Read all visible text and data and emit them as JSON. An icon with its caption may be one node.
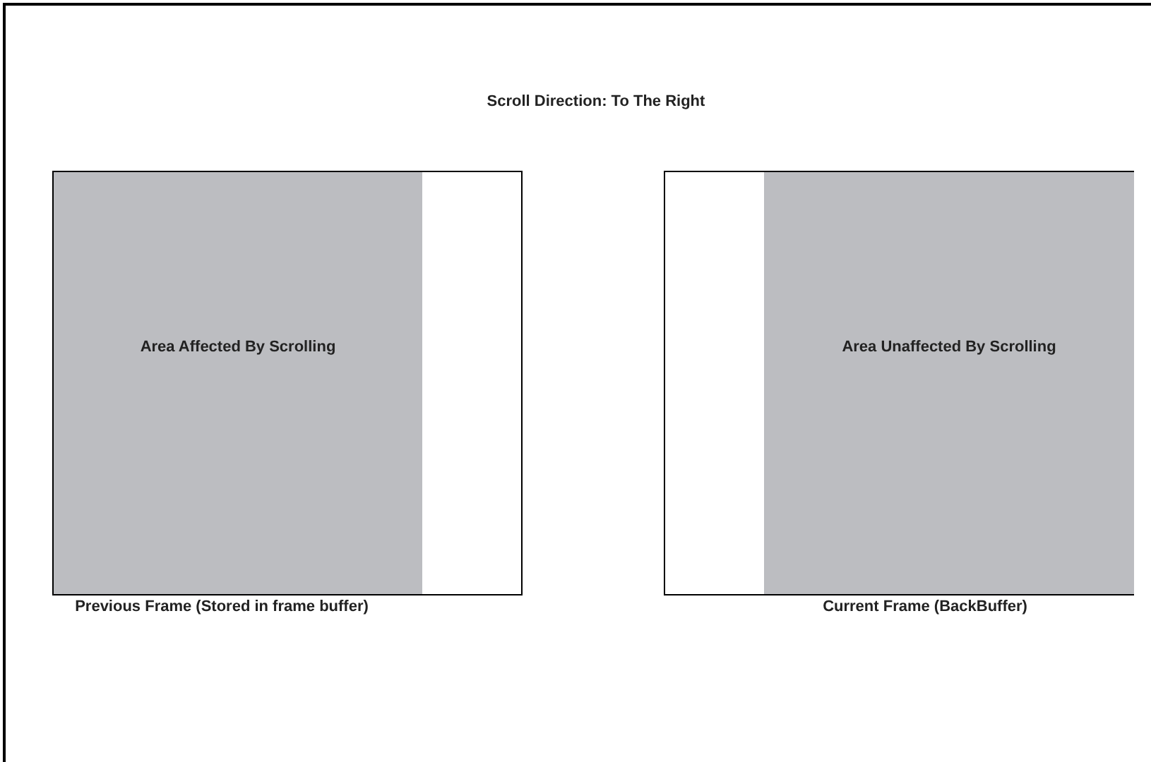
{
  "diagram": {
    "title": "Scroll Direction: To The Right",
    "nodes": [
      {
        "text": [
          "Previous Frame (Stored in frame buffer)"
        ]
      },
      {
        "text": [
          "Area Affected By Scrolling"
        ],
        "in": 0
      },
      {
        "text": [
          "Current Frame (BackBuffer)"
        ]
      },
      {
        "text": [
          "Area Unaffected By Scrolling"
        ],
        "in": 2
      }
    ],
    "edges": []
  }
}
